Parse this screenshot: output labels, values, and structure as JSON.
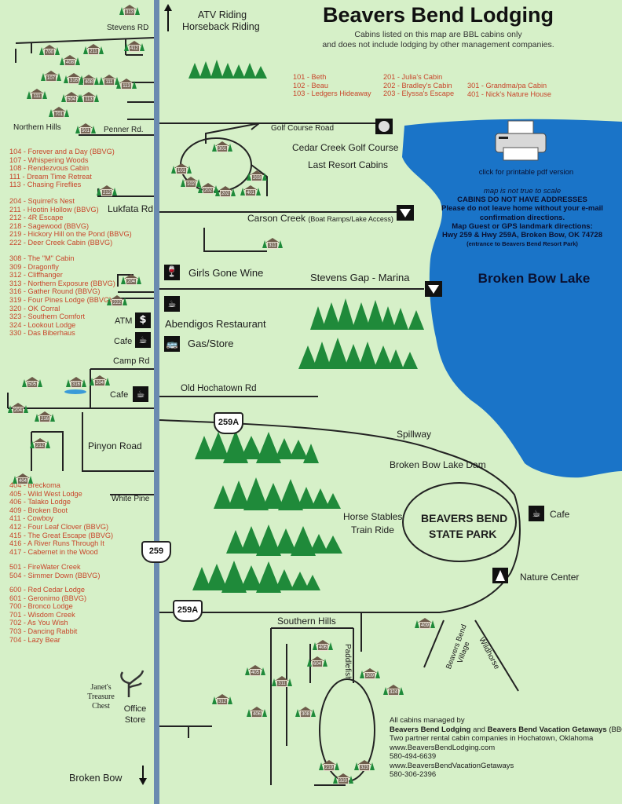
{
  "title": "Beavers Bend Lodging",
  "subtitle": [
    "Cabins listed on this map are BBL cabins only",
    "and does not include lodging by other management companies."
  ],
  "top_arrow_labels": [
    "ATV Riding",
    "Horseback Riding"
  ],
  "bottom_arrow_label": "Broken Bow",
  "cabin_key_top": {
    "col1": [
      "101 - Beth",
      "102 - Beau",
      "103 - Ledgers Hideaway"
    ],
    "col2": [
      "201 - Julia's Cabin",
      "202 - Bradley's Cabin",
      "203 - Elyssa's Escape"
    ],
    "col3": [
      "301 - Grandma/pa Cabin",
      "401 - Nick's Nature House"
    ]
  },
  "left_lists": {
    "group1": [
      "104 - Forever and a Day (BBVG)",
      "107 - Whispering Woods",
      "108 - Rendezvous Cabin",
      "111 - Dream Time Retreat",
      "113 - Chasing Fireflies"
    ],
    "group2": [
      "204 - Squirrel's Nest",
      "211 - Hootin Hollow (BBVG)",
      "212 - 4R Escape",
      "218 - Sagewood (BBVG)",
      "219 - Hickory Hill on the Pond (BBVG)",
      "222 - Deer Creek Cabin (BBVG)"
    ],
    "group3": [
      "308 - The \"M\" Cabin",
      "309 - Dragonfly",
      "312 - Cliffhanger",
      "313 - Northern Exposure (BBVG)",
      "316 - Gather Round (BBVG)",
      "319 - Four Pines Lodge (BBVG)",
      "320 - OK Corral",
      "323 - Southern Comfort",
      "324 - Lookout Lodge",
      "330 - Das Biberhaus"
    ],
    "group4": [
      "404 - Breckoma",
      "405 - Wild West Lodge",
      "406 - Talako Lodge",
      "409 - Broken Boot",
      "411 - Cowboy",
      "412 - Four Leaf Clover (BBVG)",
      "415 - The Great Escape (BBVG)",
      "416 - A River Runs Through It",
      "417 - Cabernet in the Wood"
    ],
    "group5": [
      "501 - FireWater Creek",
      "504 - Simmer Down (BBVG)"
    ],
    "group6": [
      "600 - Red Cedar Lodge",
      "601 - Geronimo (BBVG)",
      "700 - Bronco Lodge",
      "701 - Wisdom Creek",
      "702 - As You Wish",
      "703 - Dancing Rabbit",
      "704 - Lazy Bear"
    ]
  },
  "roads": {
    "stevens_rd": "Stevens RD",
    "northern_hills": "Northern Hills",
    "penner_rd": "Penner Rd.",
    "golf_course_road": "Golf Course Road",
    "cedar_creek": "Cedar Creek Golf Course",
    "last_resort": "Last Resort Cabins",
    "lukfata_rd": "Lukfata Rd",
    "carson_creek": "Carson Creek",
    "carson_creek_note": "(Boat Ramps/Lake Access)",
    "girls_gone_wine": "Girls Gone Wine",
    "stevens_gap": "Stevens Gap - Marina",
    "abendigos": "Abendigos Restaurant",
    "atm": "ATM",
    "cafe1": "Cafe",
    "gas_store": "Gas/Store",
    "camp_rd": "Camp Rd",
    "cafe2": "Cafe",
    "old_hochatown": "Old Hochatown Rd",
    "pinyon_road": "Pinyon Road",
    "white_pine": "White Pine",
    "spillway": "Spillway",
    "dam": "Broken Bow Lake Dam",
    "horse_stables": "Horse Stables",
    "train_ride": "Train Ride",
    "park1": "BEAVERS BEND",
    "park2": "STATE PARK",
    "cafe3": "Cafe",
    "nature_center": "Nature Center",
    "southern_hills": "Southern Hills",
    "paddlefish": "Paddlefish",
    "bb_village1": "Beavers Bend",
    "bb_village2": "Village",
    "wildhorse": "Wildhorse",
    "janets1": "Janet's",
    "janets2": "Treasure",
    "janets3": "Chest",
    "office1": "Office",
    "office2": "Store"
  },
  "shields": {
    "hwy259": "259",
    "hwy259a_top": "259A",
    "hwy259a_bottom": "259A"
  },
  "lake": {
    "printable": "click for printable pdf version",
    "scale_note": "map is not true to scale",
    "no_address": "CABINS DO NOT HAVE ADDRESSES",
    "warning1": "Please do not leave home without your e-mail confirmation directions.",
    "warning2": "Map Guest or GPS landmark directions:",
    "gps": "Hwy 259 & Hwy 259A, Broken Bow, OK  74728",
    "entrance": "(entrance to Beavers Bend Resort Park)",
    "name": "Broken Bow Lake"
  },
  "footer": {
    "line1a": "All cabins managed by",
    "line2a": "Beavers Bend Lodging",
    "line2b": " and ",
    "line2c": "Beavers Bend Vacation Getaways",
    "line2d": " (BBGV).",
    "line3": "Two partner rental cabin companies in Hochatown, Oklahoma",
    "web1": "www.BeaversBendLodging.com",
    "phone1": "580-494-6639",
    "web2": "www.BeaversBendVacationGetaways",
    "phone2": "580-306-2396"
  },
  "cabins": [
    "313",
    "700",
    "211",
    "107",
    "408",
    "316",
    "408",
    "111",
    "111",
    "504",
    "113",
    "701",
    "412",
    "113",
    "501",
    "301",
    "101",
    "102",
    "202",
    "202",
    "203",
    "401",
    "212",
    "311",
    "204",
    "222",
    "505",
    "316",
    "204",
    "204",
    "216",
    "212",
    "404",
    "409",
    "406",
    "604",
    "405",
    "311",
    "309",
    "324",
    "406",
    "308",
    "312",
    "219",
    "323",
    "320",
    "330"
  ],
  "colors": {
    "land": "#d6f0c8",
    "lake": "#1a74c8",
    "highway": "#6a8ab0",
    "trees": "#1f8a3a",
    "list_text": "#c8452a"
  }
}
